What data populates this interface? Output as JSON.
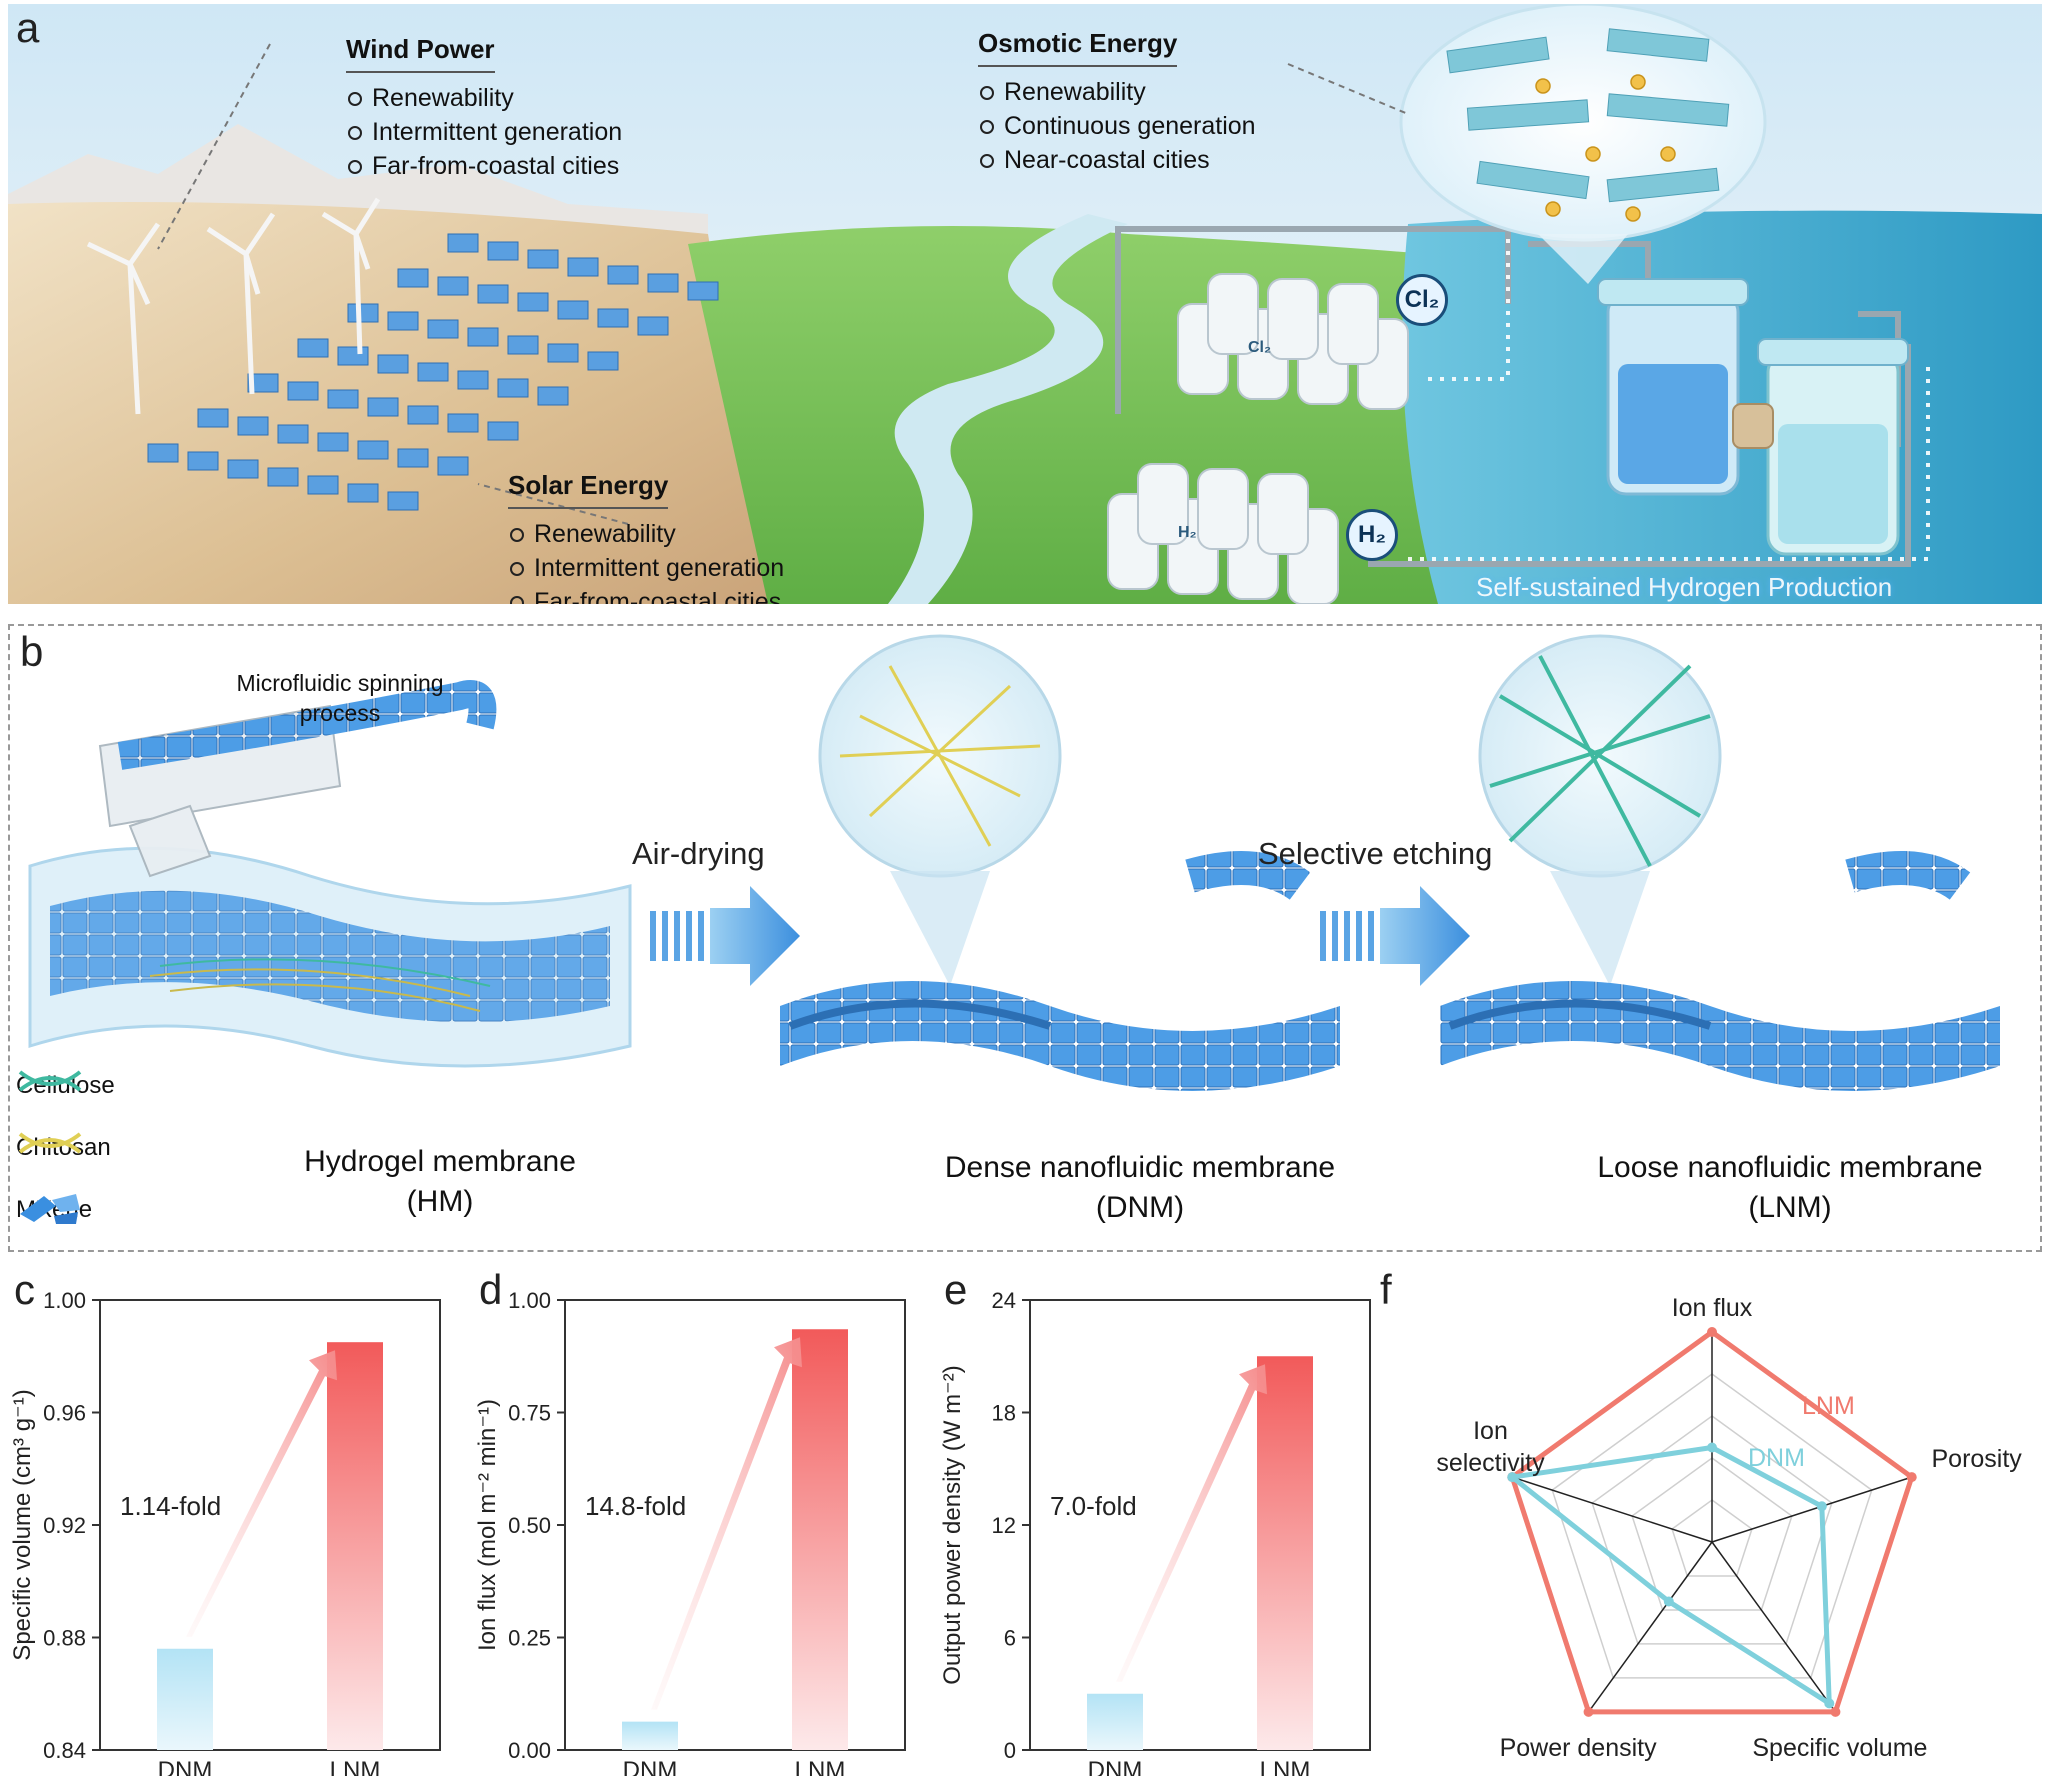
{
  "panel_a": {
    "label": "a",
    "wind": {
      "title": "Wind Power",
      "items": [
        "Renewability",
        "Intermittent generation",
        "Far-from-coastal cities"
      ]
    },
    "osmotic": {
      "title": "Osmotic Energy",
      "items": [
        "Renewability",
        "Continuous generation",
        "Near-coastal cities"
      ]
    },
    "solar": {
      "title": "Solar Energy",
      "items": [
        "Renewability",
        "Intermittent generation",
        "Far-from-coastal cities"
      ]
    },
    "cl2_tag": "Cl₂",
    "h2_tag": "H₂",
    "tank_cl2": "Cl₂",
    "tank_h2": "H₂",
    "self_sustained": "Self-sustained Hydrogen Production"
  },
  "panel_b": {
    "label": "b",
    "microfluidic": "Microfluidic spinning process",
    "air_drying": "Air-drying",
    "selective_etching": "Selective etching",
    "hm_name": "Hydrogel membrane",
    "hm_abbr": "(HM)",
    "dnm_name": "Dense nanofluidic membrane",
    "dnm_abbr": "(DNM)",
    "lnm_name": "Loose nanofluidic membrane",
    "lnm_abbr": "(LNM)",
    "legend": [
      {
        "name": "Cellulose",
        "color": "#3fb9a0"
      },
      {
        "name": "Chitosan",
        "color": "#e0cf55"
      },
      {
        "name": "MXene",
        "color": "#3a8fe0"
      }
    ]
  },
  "chart_data": [
    {
      "panel": "c",
      "type": "bar",
      "categories": [
        "DNM",
        "LNM"
      ],
      "values": [
        0.876,
        0.985
      ],
      "ylabel": "Specific volume (cm³ g⁻¹)",
      "ylim": [
        0.84,
        1.0
      ],
      "yticks": [
        "0.84",
        "0.88",
        "0.92",
        "0.96",
        "1.00"
      ],
      "annotation": "1.14-fold",
      "colors": [
        "#b3e3f5",
        "#f25a5a"
      ]
    },
    {
      "panel": "d",
      "type": "bar",
      "categories": [
        "DNM",
        "LNM"
      ],
      "values": [
        0.063,
        0.935
      ],
      "ylabel": "Ion flux (mol m⁻² min⁻¹)",
      "ylim": [
        0,
        1.0
      ],
      "yticks": [
        "0.00",
        "0.25",
        "0.50",
        "0.75",
        "1.00"
      ],
      "annotation": "14.8-fold",
      "colors": [
        "#b3e3f5",
        "#f25a5a"
      ]
    },
    {
      "panel": "e",
      "type": "bar",
      "categories": [
        "DNM",
        "LNM"
      ],
      "values": [
        3.0,
        21.0
      ],
      "ylabel": "Output power density (W m⁻²)",
      "ylim": [
        0,
        24
      ],
      "yticks": [
        "0",
        "6",
        "12",
        "18",
        "24"
      ],
      "annotation": "7.0-fold",
      "colors": [
        "#b3e3f5",
        "#f25a5a"
      ]
    },
    {
      "panel": "f",
      "type": "radar",
      "axes": [
        "Ion flux",
        "Porosity",
        "Specific volume",
        "Power density",
        "Ion selectivity"
      ],
      "axis_label_lines": [
        [
          "Ion flux"
        ],
        [
          "Porosity"
        ],
        [
          "Specific volume"
        ],
        [
          "Power density"
        ],
        [
          "Ion",
          "selectivity"
        ]
      ],
      "series": [
        {
          "name": "LNM",
          "values": [
            1.0,
            1.0,
            1.0,
            1.0,
            1.0
          ],
          "color": "#f07a6e"
        },
        {
          "name": "DNM",
          "values": [
            0.45,
            0.55,
            0.95,
            0.35,
            1.0
          ],
          "color": "#7fd0dc"
        }
      ],
      "rings": 5
    }
  ]
}
